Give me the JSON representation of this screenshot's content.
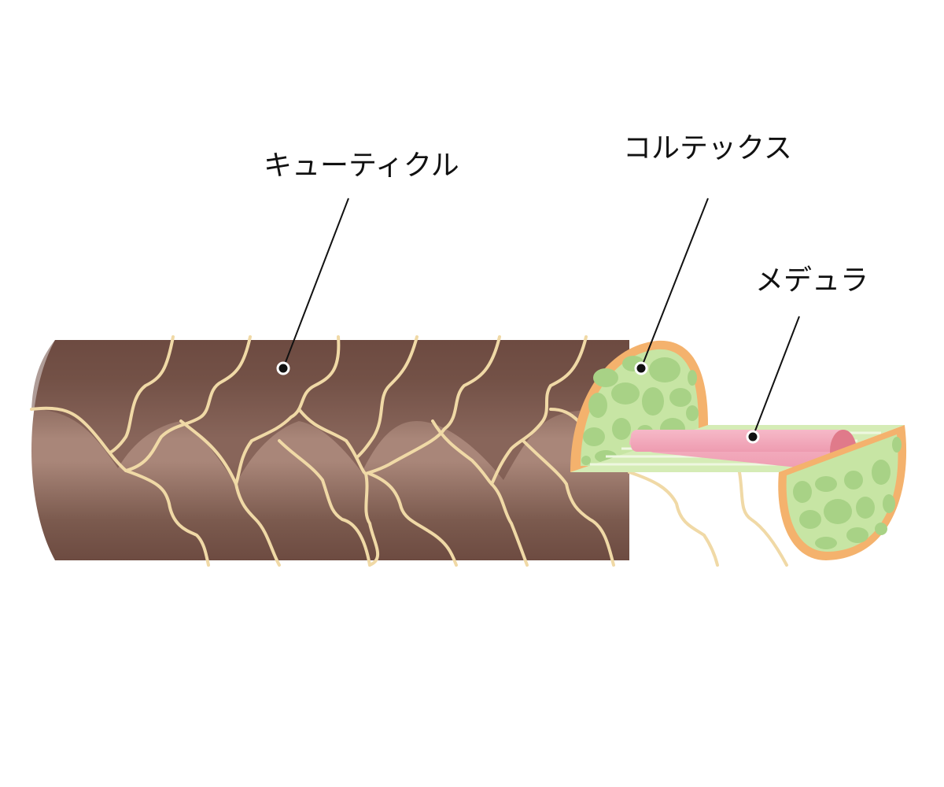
{
  "labels": {
    "cuticle": "キューティクル",
    "cortex": "コルテックス",
    "medulla": "メデュラ"
  },
  "colors": {
    "hair_dark": "#6d4b41",
    "hair_mid": "#a98679",
    "cuticle_edge": "#f0d9a6",
    "cortex_fill": "#c7e5a4",
    "cortex_cell": "#a8d286",
    "cortex_border": "#f4b26d",
    "medulla_fill": "#f1a5b8",
    "medulla_end": "#e07a8a"
  }
}
